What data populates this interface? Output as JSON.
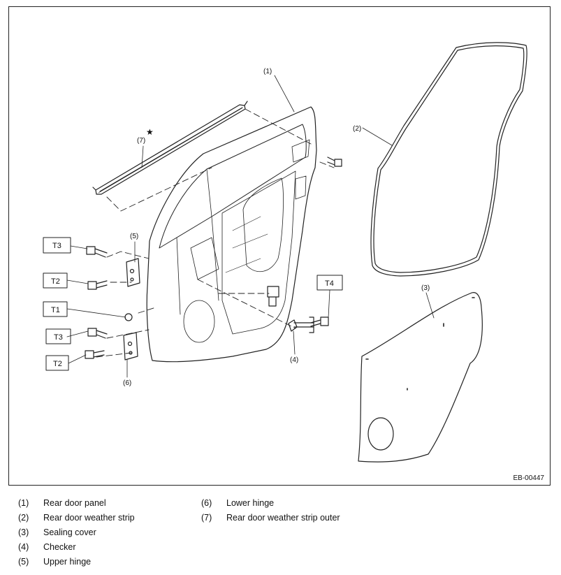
{
  "diagram": {
    "reference_code": "EB-00447",
    "callouts": {
      "c1": "(1)",
      "c2": "(2)",
      "c3": "(3)",
      "c4": "(4)",
      "c5": "(5)",
      "c6": "(6)",
      "c7": "(7)",
      "star": "★"
    },
    "torque_labels": {
      "t3_upper": "T3",
      "t2_upper": "T2",
      "t1": "T1",
      "t3_lower": "T3",
      "t2_lower": "T2",
      "t4": "T4"
    }
  },
  "legend": {
    "items": [
      {
        "num": "(1)",
        "label": "Rear door panel"
      },
      {
        "num": "(2)",
        "label": "Rear door weather strip"
      },
      {
        "num": "(3)",
        "label": "Sealing cover"
      },
      {
        "num": "(4)",
        "label": "Checker"
      },
      {
        "num": "(5)",
        "label": "Upper hinge"
      },
      {
        "num": "(6)",
        "label": "Lower hinge"
      },
      {
        "num": "(7)",
        "label": "Rear door weather strip outer"
      }
    ]
  }
}
